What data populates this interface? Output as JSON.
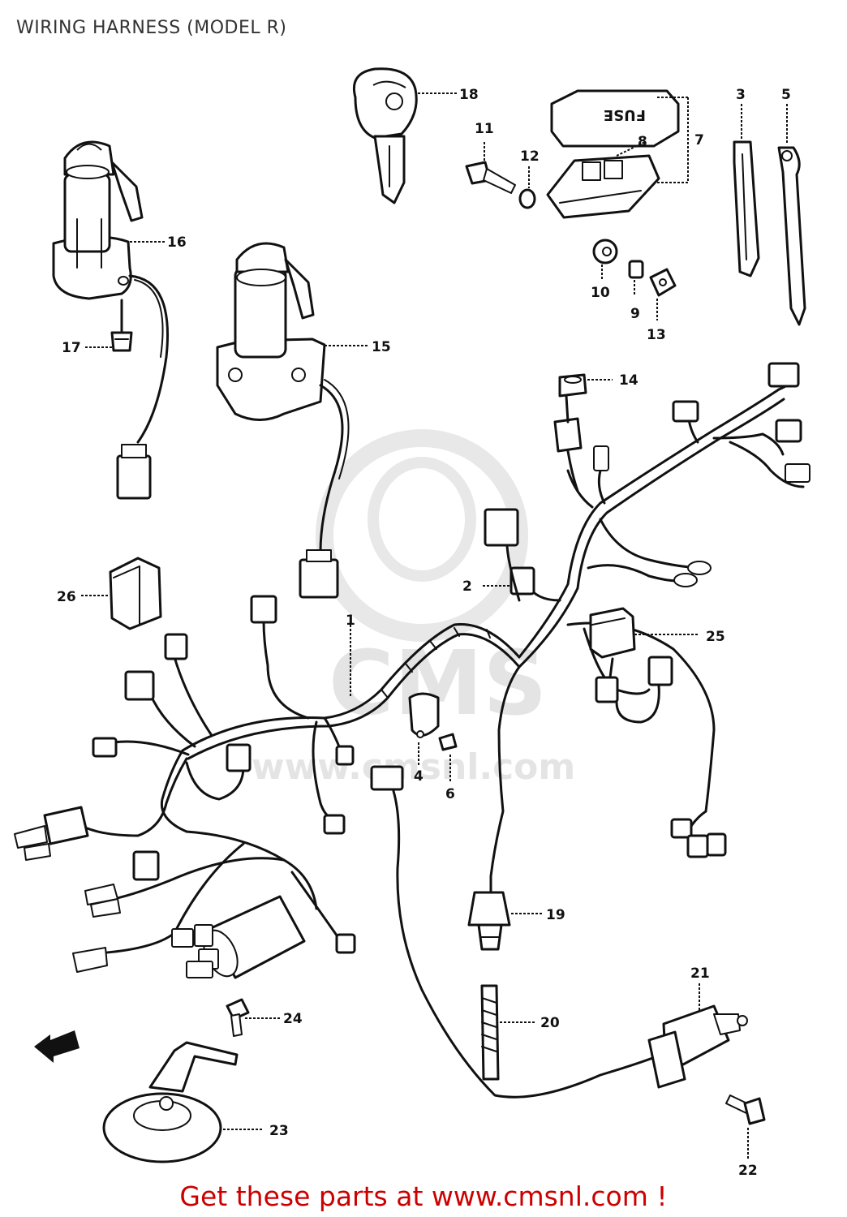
{
  "title": "WIRING HARNESS (MODEL R)",
  "footer": "Get these parts at www.cmsnl.com !",
  "watermark": {
    "text": "www.cmsnl.com",
    "brand": "CMS"
  },
  "colors": {
    "line_art": "#111111",
    "footer_text": "#cc0000",
    "watermark": "#e2e2e2"
  },
  "part_labels": [
    "1",
    "2",
    "3",
    "4",
    "5",
    "6",
    "7",
    "8",
    "9",
    "10",
    "11",
    "12",
    "13",
    "14",
    "15",
    "16",
    "17",
    "18",
    "19",
    "20",
    "21",
    "22",
    "23",
    "24",
    "25",
    "26"
  ]
}
